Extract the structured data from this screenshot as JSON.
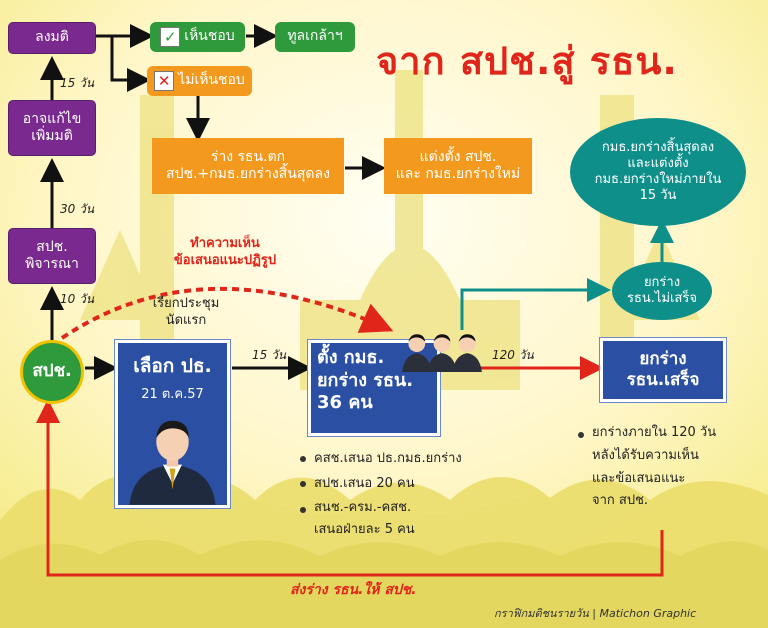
{
  "title": "จาก สปช.สู่ รธน.",
  "nodes": {
    "vote": "ลงมติ",
    "agree": "เห็นชอบ",
    "disagree": "ไม่เห็นชอบ",
    "submit_king": "ทูลเกล้าฯ",
    "draft_falls": "ร่าง รธน.ตก\nสปช.+กมธ.ยกร่างสิ้นสุดลง",
    "appoint_new": "แต่งตั้ง สปช.\nและ กมธ.ยกร่างใหม่",
    "amend": "อาจแก้ไข\nเพิ่มมติ",
    "consider": "สปช.\nพิจารณา",
    "spc": "สปช.",
    "elect_title": "เลือก ปธ.",
    "elect_date": "21 ต.ค.57",
    "setup_title": "ตั้ง กมธ.\nยกร่าง รธน.\n36 คน",
    "draft_done": "ยกร่าง\nรธน.เสร็จ",
    "draft_not_done": "ยกร่าง\nรธน.ไม่เสร็จ",
    "end_and_appoint": "กมธ.ยกร่างสิ้นสุดลง\nและแต่งตั้ง\nกมธ.ยกร่างใหม่ภายใน\n15 วัน"
  },
  "labels": {
    "days_15_top": "15 วัน",
    "days_30": "30 วัน",
    "days_10": "10 วัน",
    "days_15_mid": "15 วัน",
    "days_120": "120 วัน",
    "first_meeting": "เรียกประชุม\nนัดแรก",
    "comments": "ทำความเห็น\nข้อเสนอแนะปฏิรูป",
    "send_back": "ส่งร่าง รธน.ให้ สปช."
  },
  "bullets_committee": [
    "คสช.เสนอ ปธ.กมธ.ยกร่าง",
    "สปช.เสนอ 20 คน",
    "สนช.-ครม.-คสช.\nเสนอฝ่ายละ 5 คน"
  ],
  "bullets_done": [
    "ยกร่างภายใน 120 วัน\nหลังได้รับความเห็น\nและข้อเสนอแนะ\nจาก สปช."
  ],
  "credit": "กราฟิกมติชนรายวัน | Matichon Graphic",
  "colors": {
    "purple": "#7a2a8e",
    "orange": "#f39a1e",
    "green": "#2e9a3b",
    "blue": "#2a4fa3",
    "teal": "#0f8f8a",
    "red": "#e0251b"
  }
}
